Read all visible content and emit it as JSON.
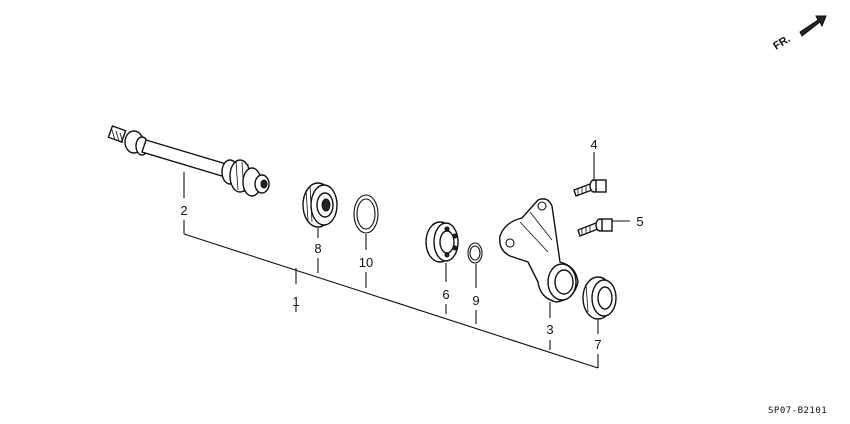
{
  "callouts": {
    "c1": "1",
    "c2": "2",
    "c3": "3",
    "c4": "4",
    "c5": "5",
    "c6": "6",
    "c7": "7",
    "c8": "8",
    "c9": "9",
    "c10": "10"
  },
  "direction_label": "FR.",
  "diagram_code": "SP07-B2101"
}
